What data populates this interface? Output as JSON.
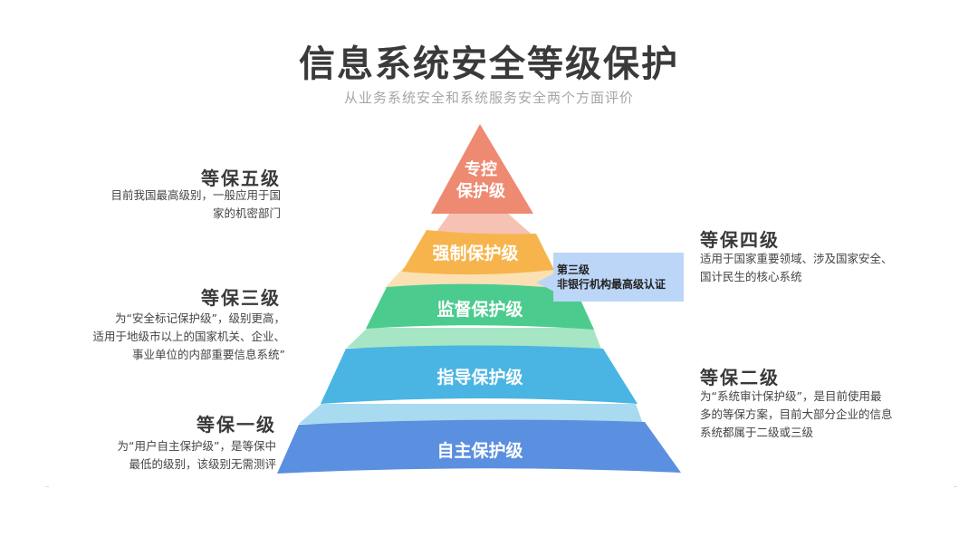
{
  "title": "信息系统安全等级保护",
  "subtitle": "从业务系统安全和系统服务安全两个方面评价",
  "tiers": [
    {
      "label_line1": "专控",
      "label_line2": "保护级",
      "color": "#ee8a72"
    },
    {
      "label": "强制保护级",
      "color": "#f7b44c"
    },
    {
      "label": "监督保护级",
      "color": "#4ccb8e"
    },
    {
      "label": "指导保护级",
      "color": "#4ab5e2"
    },
    {
      "label": "自主保护级",
      "color": "#5b8fdf"
    }
  ],
  "callout": {
    "line1": "第三级",
    "line2": "非银行机构最高级认证",
    "color": "#bcd6f7"
  },
  "levels": {
    "five": {
      "title": "等保五级",
      "desc1": "目前我国最高级别，一般应用于国",
      "desc2": "家的机密部门"
    },
    "four": {
      "title": "等保四级",
      "desc1": "适用于国家重要领域、涉及国家安全、",
      "desc2": "国计民生的核心系统"
    },
    "three": {
      "title": "等保三级",
      "desc1": "为“安全标记保护级”，级别更高，",
      "desc2": "适用于地级市以上的国家机关、企业、",
      "desc3": "事业单位的内部重要信息系统”"
    },
    "two": {
      "title": "等保二级",
      "desc1": "为“系统审计保护级”，是目前使用最",
      "desc2": "多的等保方案，目前大部分企业的信息",
      "desc3": "系统都属于二级或三级"
    },
    "one": {
      "title": "等保一级",
      "desc1": "为“用户自主保护级”，是等保中",
      "desc2": "最低的级别，该级别无需测评"
    }
  }
}
